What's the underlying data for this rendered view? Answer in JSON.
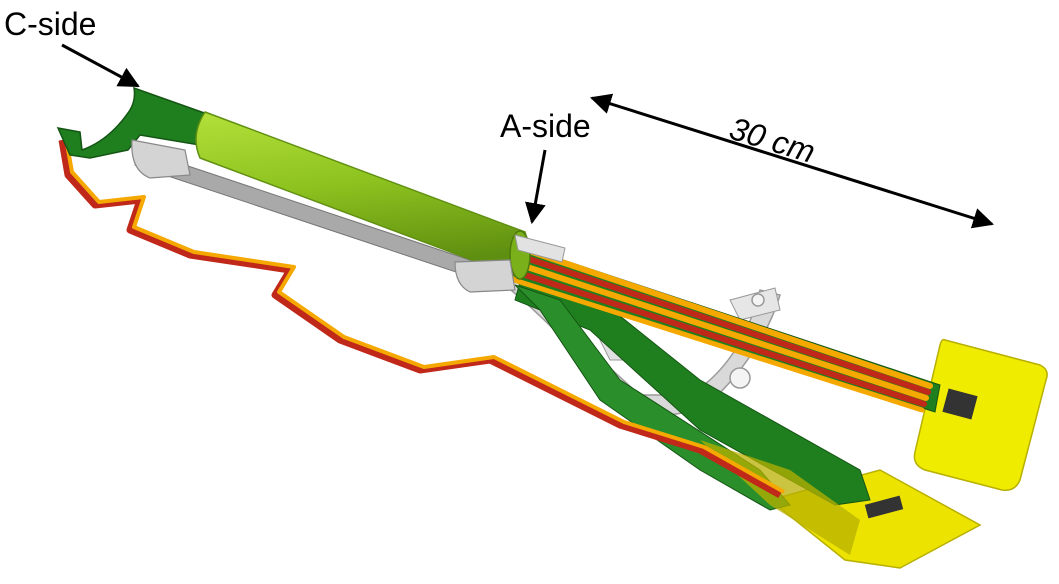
{
  "labels": {
    "c_side": "C-side",
    "a_side": "A-side",
    "dimension": "30 cm"
  },
  "colors": {
    "tube_green": "#8dc21f",
    "flex_green": "#1f7f1f",
    "cable_red": "#c0281a",
    "cable_orange": "#f5a800",
    "board_yellow": "#f0ec00",
    "metal_gray": "#c8c8c8"
  }
}
